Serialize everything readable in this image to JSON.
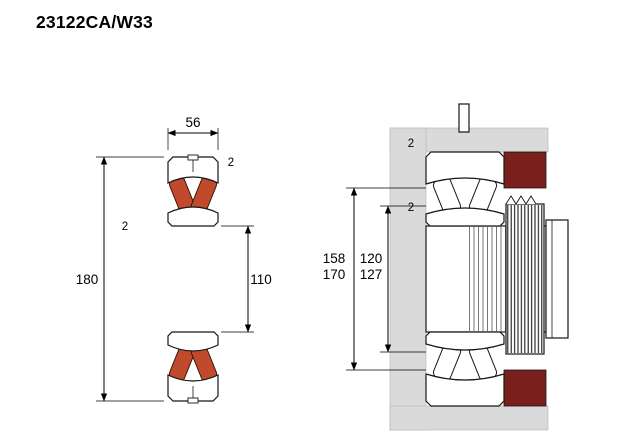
{
  "title": "23122CA/W33",
  "colors": {
    "roller_orange": "#C24A2C",
    "seal_dark_red": "#7A201C",
    "housing_gray": "#DADADA",
    "outline_black": "#161616"
  },
  "sectional_view": {
    "dims": {
      "width": "56",
      "outer_diameter": "180",
      "bore_diameter": "110",
      "outer_chamfer": "2",
      "inner_chamfer": "2"
    }
  },
  "mounted_view": {
    "dims": {
      "outer_chamfer": "2",
      "inner_chamfer": "2",
      "abutment": [
        "158",
        "170"
      ],
      "sleeve": [
        "120",
        "127"
      ]
    }
  }
}
